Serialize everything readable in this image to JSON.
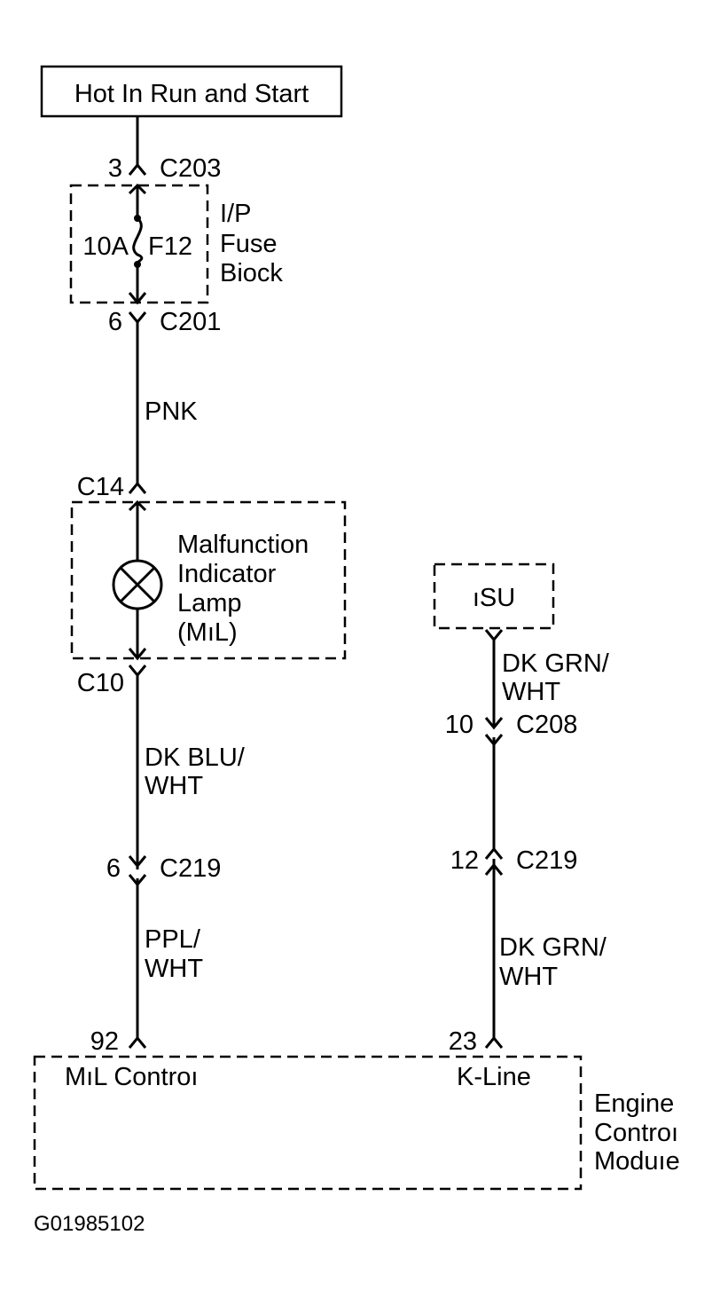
{
  "power": {
    "label": "Hot In Run and Start"
  },
  "fuse_block": {
    "name_line1": "I/P",
    "name_line2": "Fuse",
    "name_line3": "Biock",
    "rating": "10A",
    "fuse": "F12"
  },
  "connectors": {
    "c203": {
      "pin": "3",
      "name": "C203"
    },
    "c201": {
      "pin": "6",
      "name": "C201"
    },
    "c14": {
      "name": "C14"
    },
    "c10": {
      "name": "C10"
    },
    "c219_mil": {
      "pin": "6",
      "name": "C219"
    },
    "c208": {
      "pin": "10",
      "name": "C208"
    },
    "c219_kline": {
      "pin": "12",
      "name": "C219"
    },
    "ecm_pin92": {
      "pin": "92"
    },
    "ecm_pin23": {
      "pin": "23"
    }
  },
  "wires": {
    "pnk": "PNK",
    "dk_blu_wht_1": "DK BLU/",
    "dk_blu_wht_2": "WHT",
    "ppl_wht_1": "PPL/",
    "ppl_wht_2": "WHT",
    "dk_grn_wht_top_1": "DK GRN/",
    "dk_grn_wht_top_2": "WHT",
    "dk_grn_wht_bot_1": "DK GRN/",
    "dk_grn_wht_bot_2": "WHT"
  },
  "mil": {
    "line1": "Malfunction",
    "line2": "Indicator",
    "line3": "Lamp",
    "line4": "(MıL)"
  },
  "isu": {
    "label": "ıSU"
  },
  "ecm": {
    "mil_control": "MıL Controı",
    "k_line": "K-Line",
    "name_line1": "Engine",
    "name_line2": "Controı",
    "name_line3": "Moduıe"
  },
  "figure_id": "G01985102"
}
